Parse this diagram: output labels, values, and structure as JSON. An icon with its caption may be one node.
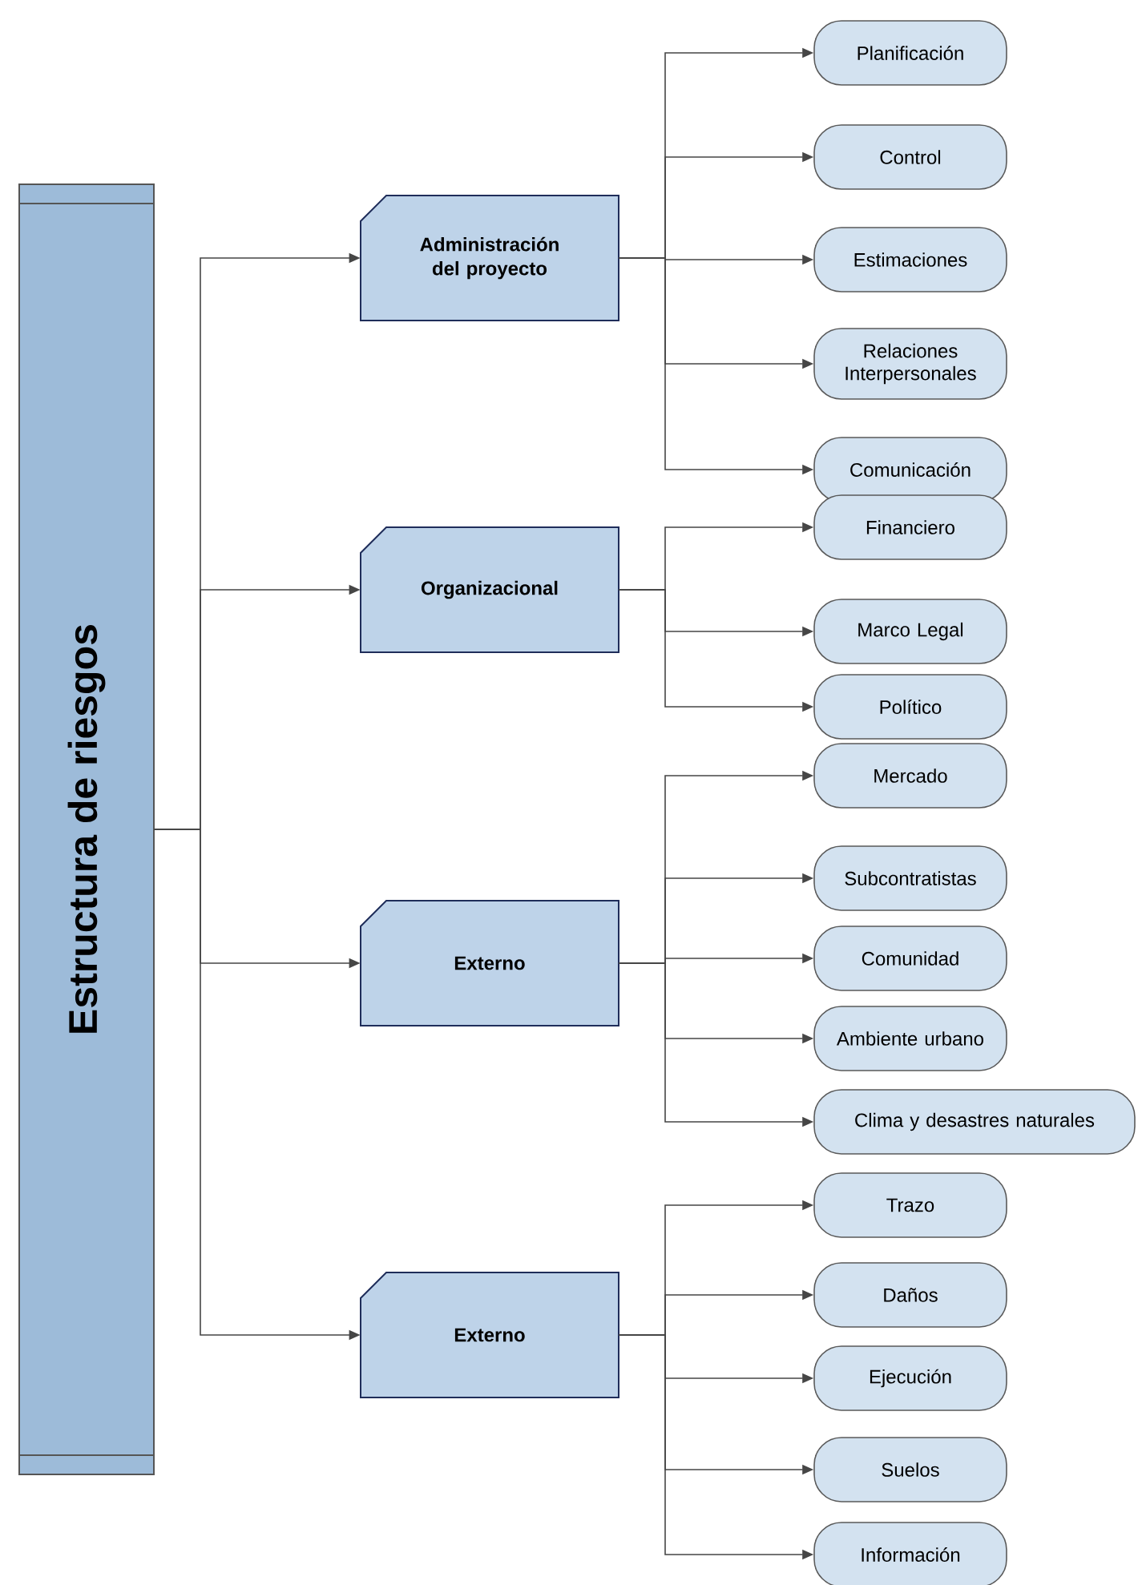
{
  "diagram": {
    "nodes": [
      {
        "text": [
          "Estructura de riesgos"
        ]
      },
      {
        "text": [
          "Administración del proyecto"
        ]
      },
      {
        "text": [
          "Organizacional"
        ]
      },
      {
        "text": [
          "Externo"
        ]
      },
      {
        "text": [
          "Externo"
        ]
      },
      {
        "text": [
          "Planificación"
        ]
      },
      {
        "text": [
          "Control"
        ]
      },
      {
        "text": [
          "Estimaciones"
        ]
      },
      {
        "text": [
          "Relaciones Interpersonales"
        ]
      },
      {
        "text": [
          "Comunicación"
        ]
      },
      {
        "text": [
          "Financiero"
        ]
      },
      {
        "text": [
          "Marco Legal"
        ]
      },
      {
        "text": [
          "Político"
        ]
      },
      {
        "text": [
          "Mercado"
        ]
      },
      {
        "text": [
          "Subcontratistas"
        ]
      },
      {
        "text": [
          "Comunidad"
        ]
      },
      {
        "text": [
          "Ambiente urbano"
        ]
      },
      {
        "text": [
          "Clima y desastres naturales"
        ]
      },
      {
        "text": [
          "Trazo"
        ]
      },
      {
        "text": [
          "Daños"
        ]
      },
      {
        "text": [
          "Ejecución"
        ]
      },
      {
        "text": [
          "Suelos"
        ]
      },
      {
        "text": [
          "Información"
        ]
      }
    ],
    "edges": [
      {
        "from": 0,
        "to": 1,
        "arrow": "to"
      },
      {
        "from": 0,
        "to": 2,
        "arrow": "to"
      },
      {
        "from": 0,
        "to": 3,
        "arrow": "to"
      },
      {
        "from": 0,
        "to": 4,
        "arrow": "to"
      },
      {
        "from": 1,
        "to": 5,
        "arrow": "to"
      },
      {
        "from": 1,
        "to": 6,
        "arrow": "to"
      },
      {
        "from": 1,
        "to": 7,
        "arrow": "to"
      },
      {
        "from": 1,
        "to": 8,
        "arrow": "to"
      },
      {
        "from": 1,
        "to": 9,
        "arrow": "to"
      },
      {
        "from": 2,
        "to": 10,
        "arrow": "to"
      },
      {
        "from": 2,
        "to": 11,
        "arrow": "to"
      },
      {
        "from": 2,
        "to": 12,
        "arrow": "to"
      },
      {
        "from": 3,
        "to": 13,
        "arrow": "to"
      },
      {
        "from": 3,
        "to": 14,
        "arrow": "to"
      },
      {
        "from": 3,
        "to": 15,
        "arrow": "to"
      },
      {
        "from": 3,
        "to": 16,
        "arrow": "to"
      },
      {
        "from": 3,
        "to": 17,
        "arrow": "to"
      },
      {
        "from": 4,
        "to": 18,
        "arrow": "to"
      },
      {
        "from": 4,
        "to": 19,
        "arrow": "to"
      },
      {
        "from": 4,
        "to": 20,
        "arrow": "to"
      },
      {
        "from": 4,
        "to": 21,
        "arrow": "to"
      },
      {
        "from": 4,
        "to": 22,
        "arrow": "to"
      }
    ]
  }
}
